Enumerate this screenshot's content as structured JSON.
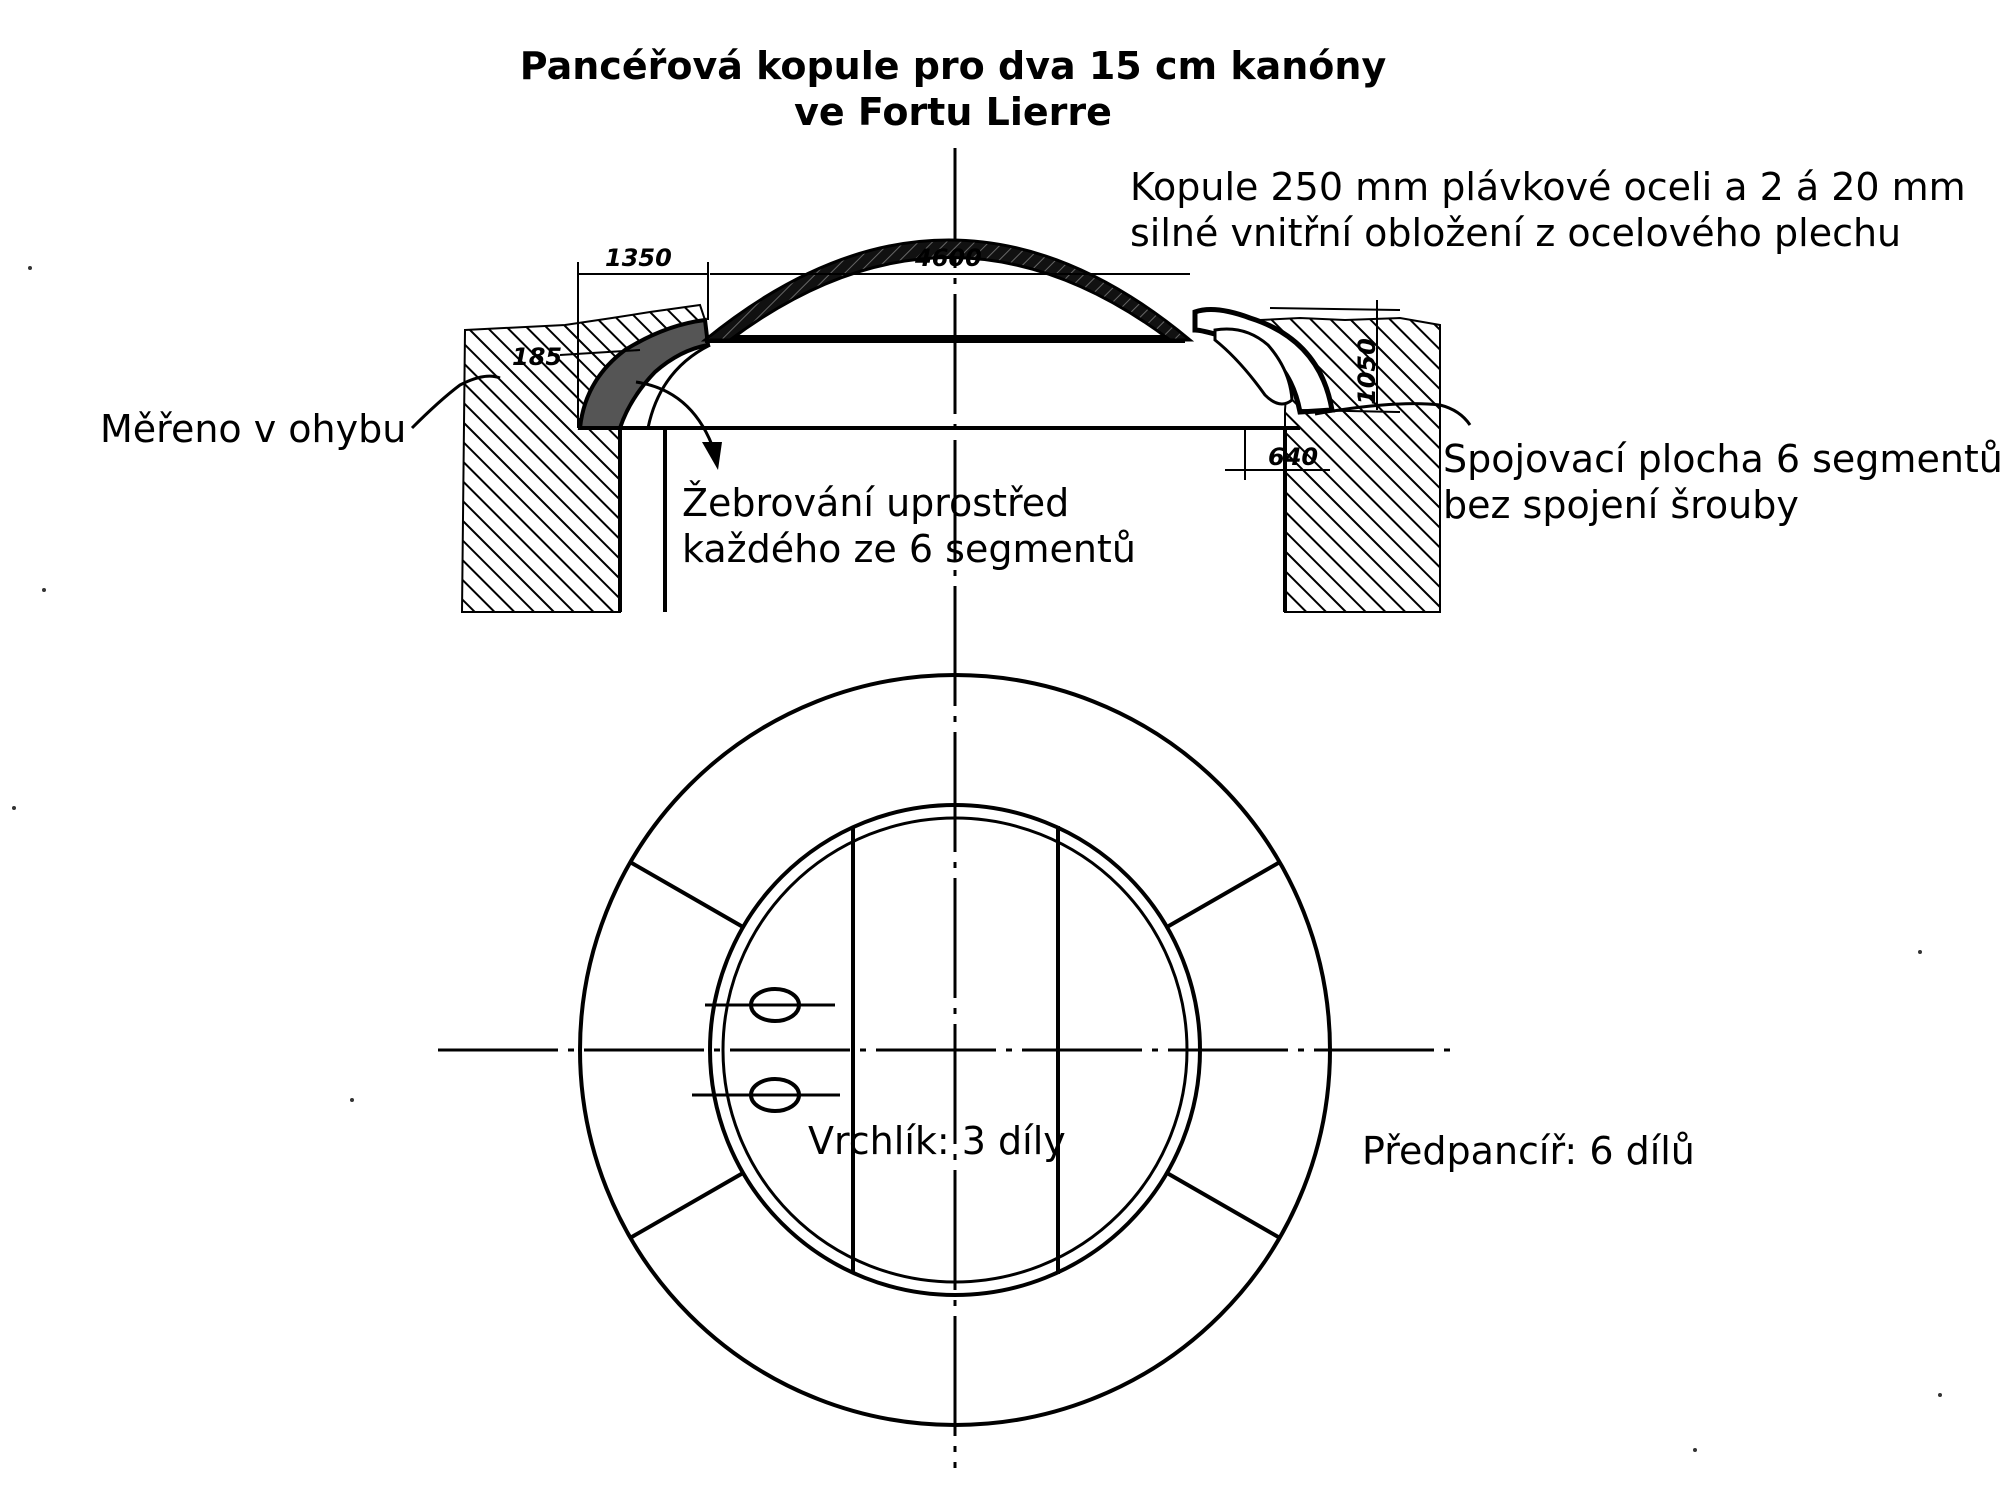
{
  "title": {
    "line1": "Pancéřová kopule pro dva 15 cm kanóny",
    "line2": "ve Fortu Lierre"
  },
  "annotations": {
    "dome": [
      "Kopule 250 mm plávkové oceli a 2 á 20 mm",
      "silné vnitřní obložení z ocelového plechu"
    ],
    "bend": "Měřeno v ohybu",
    "ribs": [
      "Žebrování uprostřed",
      "každého ze 6 segmentů"
    ],
    "joint": [
      "Spojovací plocha 6 segmentů",
      "bez spojení šrouby"
    ],
    "cap": "Vrchlík: 3 díly",
    "glacis": "Předpancíř: 6 dílů"
  },
  "dimensions": {
    "d1350": "1350",
    "d4600": "4600",
    "d185": "185",
    "d1050": "1050",
    "d640": "640"
  }
}
